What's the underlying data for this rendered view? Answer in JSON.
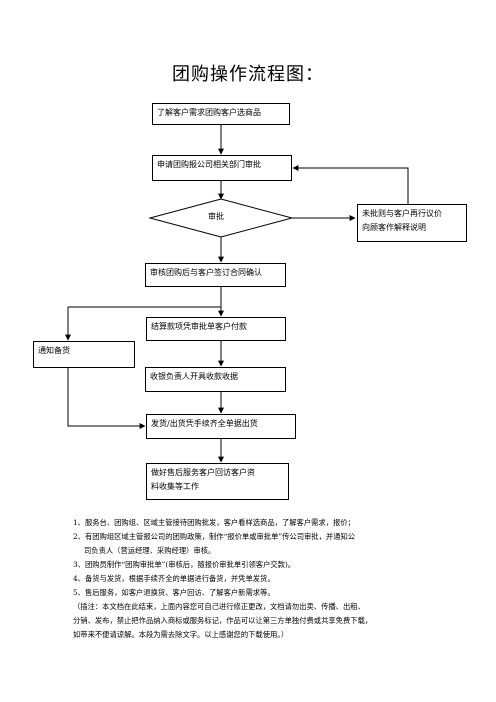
{
  "title": "团购操作流程图：",
  "steps": {
    "understand": "了解客户需求团购客户选商品",
    "apply": "申请团购报公司相关部门审批",
    "approve": "审批",
    "rejected": [
      "未批则与客户再行议价",
      "向顾客作解释说明"
    ],
    "sign": "审核团购后与客户签订合同确认",
    "payment": "结算款项凭审批单客户付款",
    "notify": "通知备货",
    "receipt": "收银负责人开具收款收据",
    "ship": "发货/出货凭手续齐全单据出货",
    "after_sales": [
      "做好售后服务客户回访客户资",
      "料收集等工作"
    ]
  },
  "notes": [
    "1、服务台、团购组、区域主管接待团购批发，客户看样选商品，了解客户需求，报价；",
    "2、有团购组区域主管报公司的团购政策，制作“报价单或审批单”传公司审批，并通知公",
    "司负责人（营运经理、采购经理）审核。",
    "3、团购员制作“团购审批单”(审核后，随报价审批单引领客户交款)。",
    "4、备货与发货，根据手续齐全的单据进行备货，并凭单发货。",
    "5、售后服务，如客户退换货、客户回访、了解客户新需求等。",
    "（插注：本文档在此结束，上面内容您可自己进行修正更改，文档请勿出卖、传播、出租、",
    "分销、发布，禁止把作品纳入商标或服务标记，作品可以让第三方单独付费或共享免费下载，",
    "如带来不便请谅解。本段为需去除文字。以上感谢您的下载使用。）"
  ]
}
